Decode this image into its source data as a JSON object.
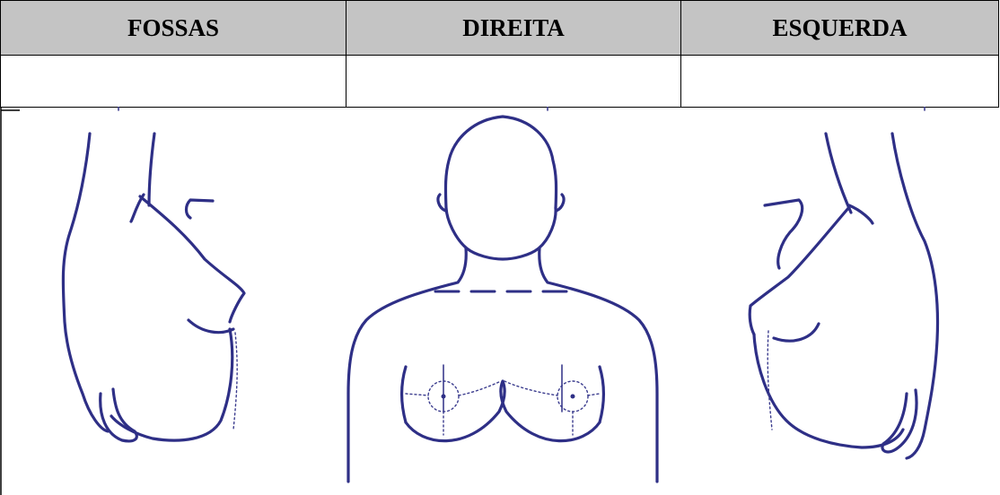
{
  "table": {
    "headers": [
      "FOSSAS",
      "DIREITA",
      "ESQUERDA"
    ],
    "row": [
      "",
      "",
      ""
    ]
  },
  "figure": {
    "views": [
      "right-lateral-view",
      "frontal-view",
      "left-lateral-view"
    ],
    "ink_color": "#2e2f86",
    "header_fill": "#c4c4c4"
  }
}
